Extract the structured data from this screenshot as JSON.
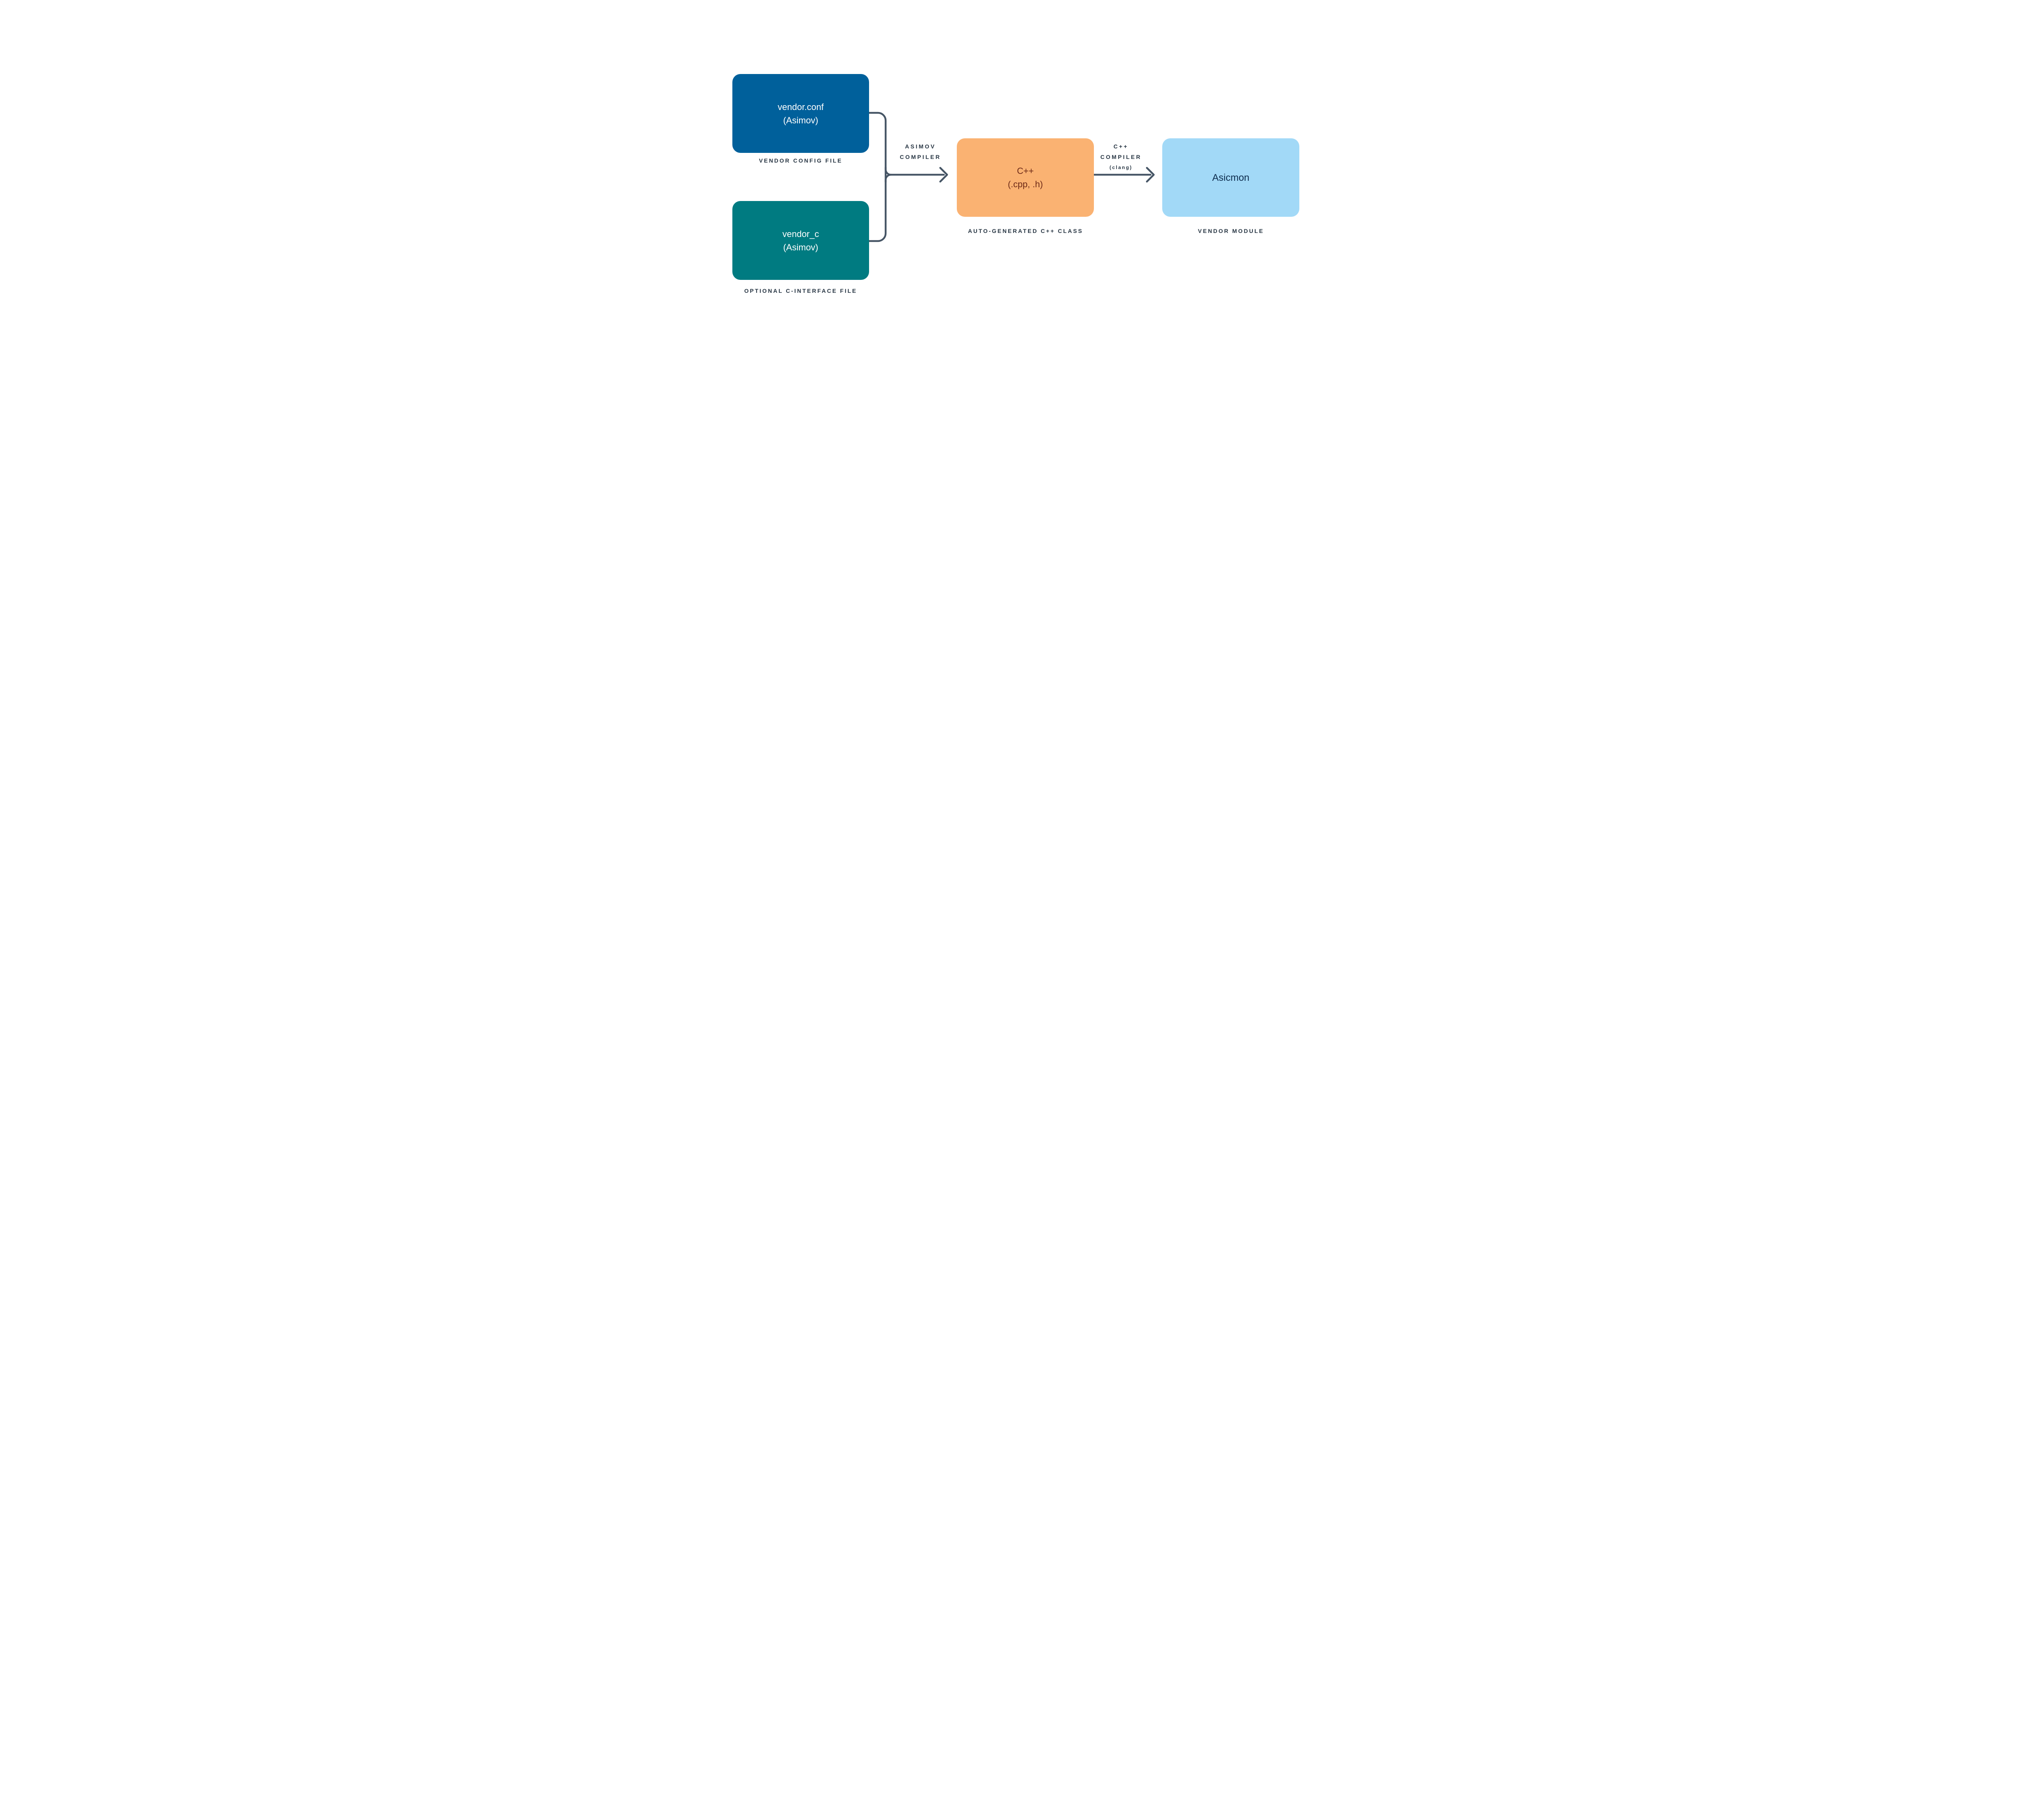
{
  "diagram": {
    "nodes": {
      "vendor_conf": {
        "line1": "vendor.conf",
        "line2": "(Asimov)",
        "caption": "VENDOR CONFIG FILE"
      },
      "vendor_c": {
        "line1": "vendor_c",
        "line2": "(Asimov)",
        "caption": "OPTIONAL C-INTERFACE FILE"
      },
      "cpp_class": {
        "line1": "C++",
        "line2": "(.cpp, .h)",
        "caption_line1": "AUTO-GENERATED",
        "caption_line2": "C++ CLASS"
      },
      "asicmon": {
        "line1": "Asicmon",
        "caption": "VENDOR MODULE"
      }
    },
    "edges": {
      "asimov_compiler": {
        "label_line1": "ASIMOV",
        "label_line2": "COMPILER"
      },
      "cpp_compiler": {
        "label_line1": "C++",
        "label_line2": "COMPILER",
        "label_line3": "(clang)"
      }
    },
    "colors": {
      "vendor_conf_fill": "#00609B",
      "vendor_c_fill": "#007B81",
      "cpp_class_fill": "#FAB272",
      "cpp_class_text": "#6E2A18",
      "asicmon_fill": "#A2D9F7",
      "asicmon_text": "#0E2D4E",
      "node_text_light": "#FFFFFF",
      "connector": "#465565",
      "label_text": "#263442",
      "background": "#FFFFFF"
    }
  }
}
